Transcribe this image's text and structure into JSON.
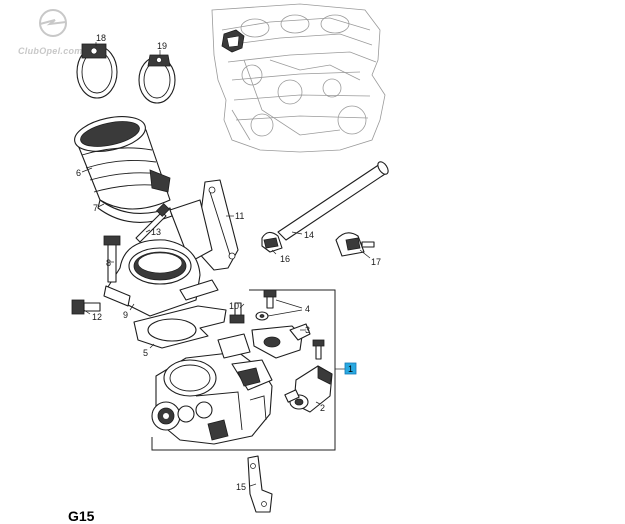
{
  "logo": {
    "text": "ClubOpel.com"
  },
  "diagram_ref": "G15",
  "highlight": {
    "label": "1",
    "color": "#29a9e1"
  },
  "callouts": [
    "2",
    "3",
    "4",
    "5",
    "6",
    "7",
    "8",
    "9",
    "10",
    "11",
    "12",
    "13",
    "14",
    "15",
    "16",
    "17",
    "18",
    "19"
  ]
}
